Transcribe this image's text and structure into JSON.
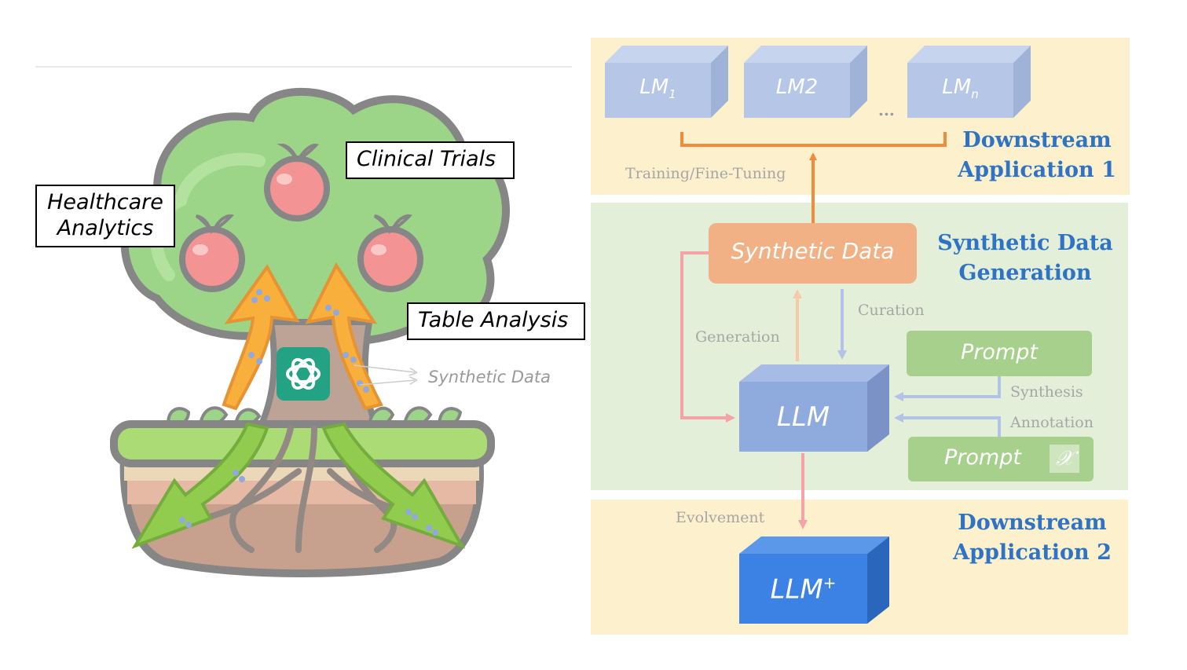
{
  "left_illustration": {
    "callouts": {
      "healthcare": "Healthcare Analytics",
      "clinical": "Clinical Trials",
      "table": "Table Analysis"
    },
    "synthetic_data_caption": "Synthetic Data",
    "center_icon": "openai-logo-icon"
  },
  "diagram": {
    "sections": {
      "downstream_1": {
        "line1": "Downstream",
        "line2": "Application 1"
      },
      "generation": {
        "line1": "Synthetic Data",
        "line2": "Generation"
      },
      "downstream_2": {
        "line1": "Downstream",
        "line2": "Application 2"
      }
    },
    "boxes": {
      "lm1": {
        "base": "LM",
        "sub": "1"
      },
      "lm2": {
        "base": "LM2"
      },
      "lmn": {
        "base": "LM",
        "sub": "n"
      },
      "ellipsis": "...",
      "synthetic_data": "Synthetic Data",
      "prompt": "Prompt",
      "prompt_x": {
        "text": "Prompt",
        "symbol": "𝒳"
      },
      "llm": "LLM",
      "llm_plus": {
        "base": "LLM",
        "sup": "+"
      }
    },
    "edge_labels": {
      "training": "Training/Fine-Tuning",
      "generation": "Generation",
      "curation": "Curation",
      "synthesis": "Synthesis",
      "annotation": "Annotation",
      "evolvement": "Evolvement"
    },
    "colors": {
      "band_yellow": "#fdf0cc",
      "band_green": "#e4efd9",
      "lm_box": "#b5c6e6",
      "synthetic_box": "#f1b184",
      "prompt_box": "#a7d08c",
      "llm_box": "#8faadc",
      "llm_plus_box": "#3b82e4",
      "orange_arrow": "#f08c3c",
      "pink_arrow": "#f5a3a6",
      "blue_arrow": "#b2c3e8",
      "title_blue": "#2f73c4"
    }
  }
}
